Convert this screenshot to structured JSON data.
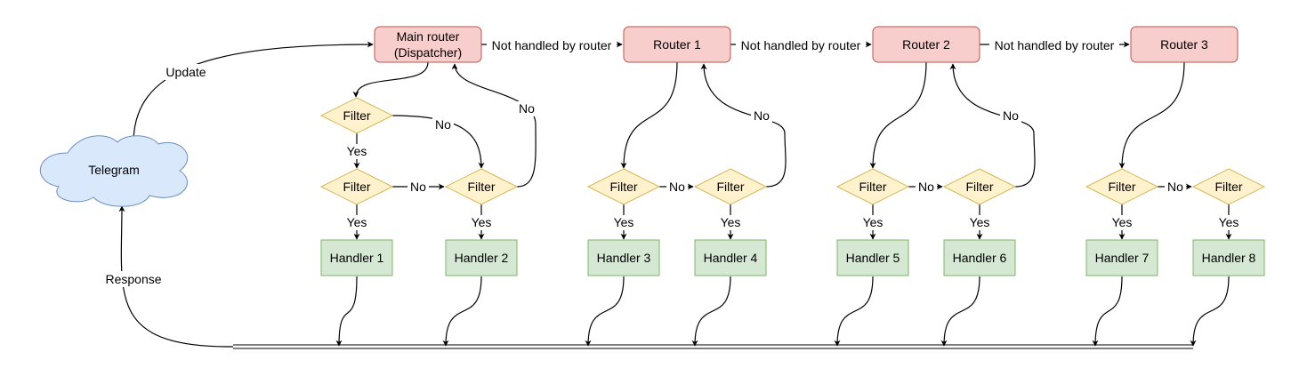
{
  "telegram": {
    "label": "Telegram"
  },
  "routers": {
    "main": {
      "line1": "Main router",
      "line2": "(Dispatcher)"
    },
    "r1": "Router 1",
    "r2": "Router 2",
    "r3": "Router 3"
  },
  "filter_label": "Filter",
  "handlers": [
    "Handler 1",
    "Handler 2",
    "Handler 3",
    "Handler 4",
    "Handler 5",
    "Handler 6",
    "Handler 7",
    "Handler 8"
  ],
  "edge_labels": {
    "update": "Update",
    "response": "Response",
    "not_handled": "Not handled by router",
    "yes": "Yes",
    "no": "No"
  },
  "colors": {
    "router_fill": "#f8cecc",
    "router_stroke": "#b85450",
    "filter_fill": "#fff2cc",
    "filter_stroke": "#d6b656",
    "handler_fill": "#d5e8d4",
    "handler_stroke": "#82b366",
    "cloud_fill": "#dae8fc",
    "cloud_stroke": "#6c8ebf"
  }
}
